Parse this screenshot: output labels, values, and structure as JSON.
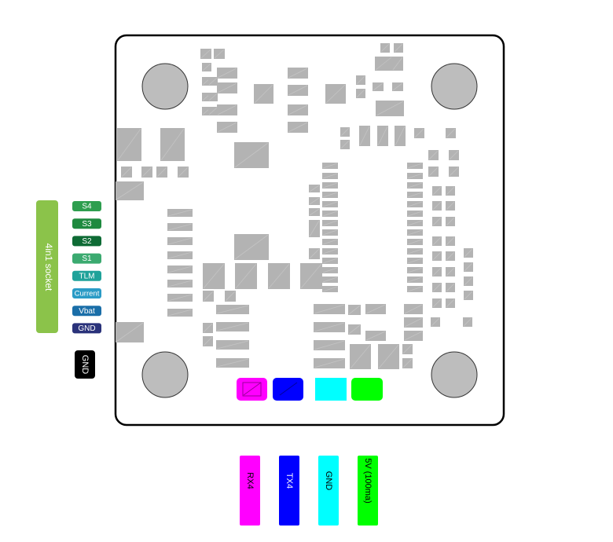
{
  "socket": {
    "label": "4in1 socket",
    "color": "#8BC34A",
    "pins": [
      {
        "label": "S4",
        "color": "#2E9E4F"
      },
      {
        "label": "S3",
        "color": "#1E8A3F"
      },
      {
        "label": "S2",
        "color": "#0E6B35"
      },
      {
        "label": "S1",
        "color": "#3BAA70"
      },
      {
        "label": "TLM",
        "color": "#1FA29A"
      },
      {
        "label": "Current",
        "color": "#2A9BC6"
      },
      {
        "label": "Vbat",
        "color": "#1A6EA8"
      },
      {
        "label": "GND",
        "color": "#2A327A"
      }
    ]
  },
  "gnd_tag": {
    "label": "GND",
    "color": "#000000"
  },
  "pads": {
    "colors": [
      "#FF00FF",
      "#0000FF",
      "#00FFFF",
      "#00FF00"
    ]
  },
  "bottom_labels": [
    {
      "label": "RX4",
      "color": "#FF00FF"
    },
    {
      "label": "TX4",
      "color": "#0000FF"
    },
    {
      "label": "GND",
      "color": "#00FFFF"
    },
    {
      "label": "5V (100ma)",
      "color": "#00FF00"
    }
  ],
  "colors": {
    "board_fill": "#ffffff",
    "board_stroke": "#000000",
    "component": "#B3B3B3",
    "mount_hole": "#BDBDBD"
  }
}
